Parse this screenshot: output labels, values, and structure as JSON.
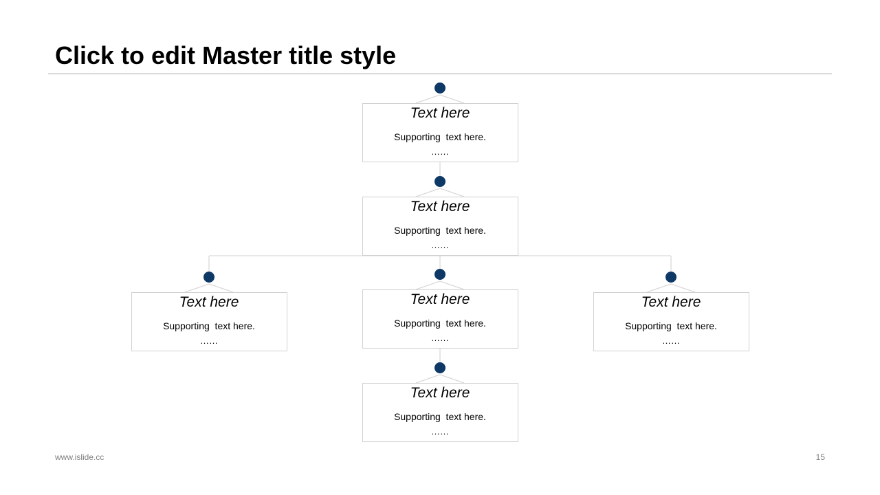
{
  "slide": {
    "title": "Click to edit Master title style",
    "footer_url": "www.islide.cc",
    "page_number": "15"
  },
  "colors": {
    "dot": "#0e3866",
    "box_border": "#d0d0d0",
    "connector": "#d9d9d9",
    "rule": "#a6a6a6"
  },
  "nodes": [
    {
      "heading": "Text here",
      "support": "Supporting  text here.",
      "ellipsis": "……"
    },
    {
      "heading": "Text here",
      "support": "Supporting  text here.",
      "ellipsis": "……"
    },
    {
      "heading": "Text here",
      "support": "Supporting  text here.",
      "ellipsis": "……"
    },
    {
      "heading": "Text here",
      "support": "Supporting  text here.",
      "ellipsis": "……"
    },
    {
      "heading": "Text here",
      "support": "Supporting  text here.",
      "ellipsis": "……"
    },
    {
      "heading": "Text here",
      "support": "Supporting  text here.",
      "ellipsis": "……"
    }
  ]
}
